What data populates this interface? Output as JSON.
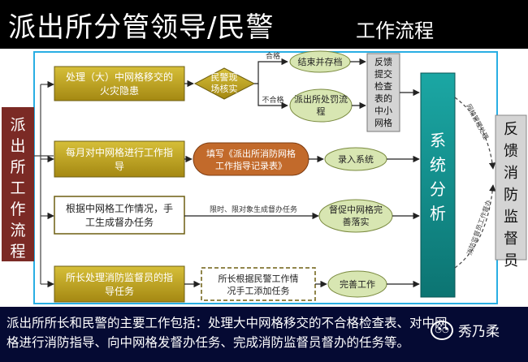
{
  "title": {
    "main": "派出所分管领导/民警",
    "sub": "工作流程"
  },
  "diagram": {
    "left_box": "派出所工作流程",
    "row1_task": [
      "处理（大）中网格移交的",
      "火灾隐患"
    ],
    "verify": [
      "民警现",
      "场核实"
    ],
    "pass_label": "合格",
    "fail_label": "不合格",
    "archive": "结束并存档",
    "punish": [
      "派出所处罚流",
      "程"
    ],
    "feedback_grid": [
      "反馈",
      "提交",
      "检查",
      "表的",
      "中小",
      "网格"
    ],
    "row2_task": [
      "每月对中网格进行工作指",
      "导"
    ],
    "fill_form": [
      "填写《派出所消防网格",
      "工作指导记录表》"
    ],
    "input_system": "录入系统",
    "row3_task": [
      "根据中网格工作情况，手",
      "工生成督办任务"
    ],
    "row3_edge_label": "限时、限对象生成督办任务",
    "urge": [
      "督促中网格完",
      "善落实"
    ],
    "row4_task": [
      "所长处理消防监督员的指",
      "导任务"
    ],
    "row4_box2": [
      "所长根据民警工作情",
      "况手工添加任务"
    ],
    "complete": "完善工作",
    "system_analysis": "系统分析",
    "curve_top_label": "网格管理处理",
    "curve_bottom_label": "消防监督员工作督办",
    "feedback_supervisor": "反馈消防监督员"
  },
  "footer": {
    "line1": "派出所所长和民警的主要工作包括：处理大中网格移交的不合格检查表、对中网",
    "line2": "格进行消防指导、向中网格发督办任务、完成消防监督员督办的任务等。"
  },
  "watermark": "秀乃柔",
  "colors": {
    "olive": "#b59a16",
    "green_bubble": "#d8e6b2",
    "orange": "#c26a2b",
    "teal": "#128a88",
    "maroon": "#7b2a25",
    "sky": "#29aee3",
    "gray": "#d4d4d4"
  }
}
